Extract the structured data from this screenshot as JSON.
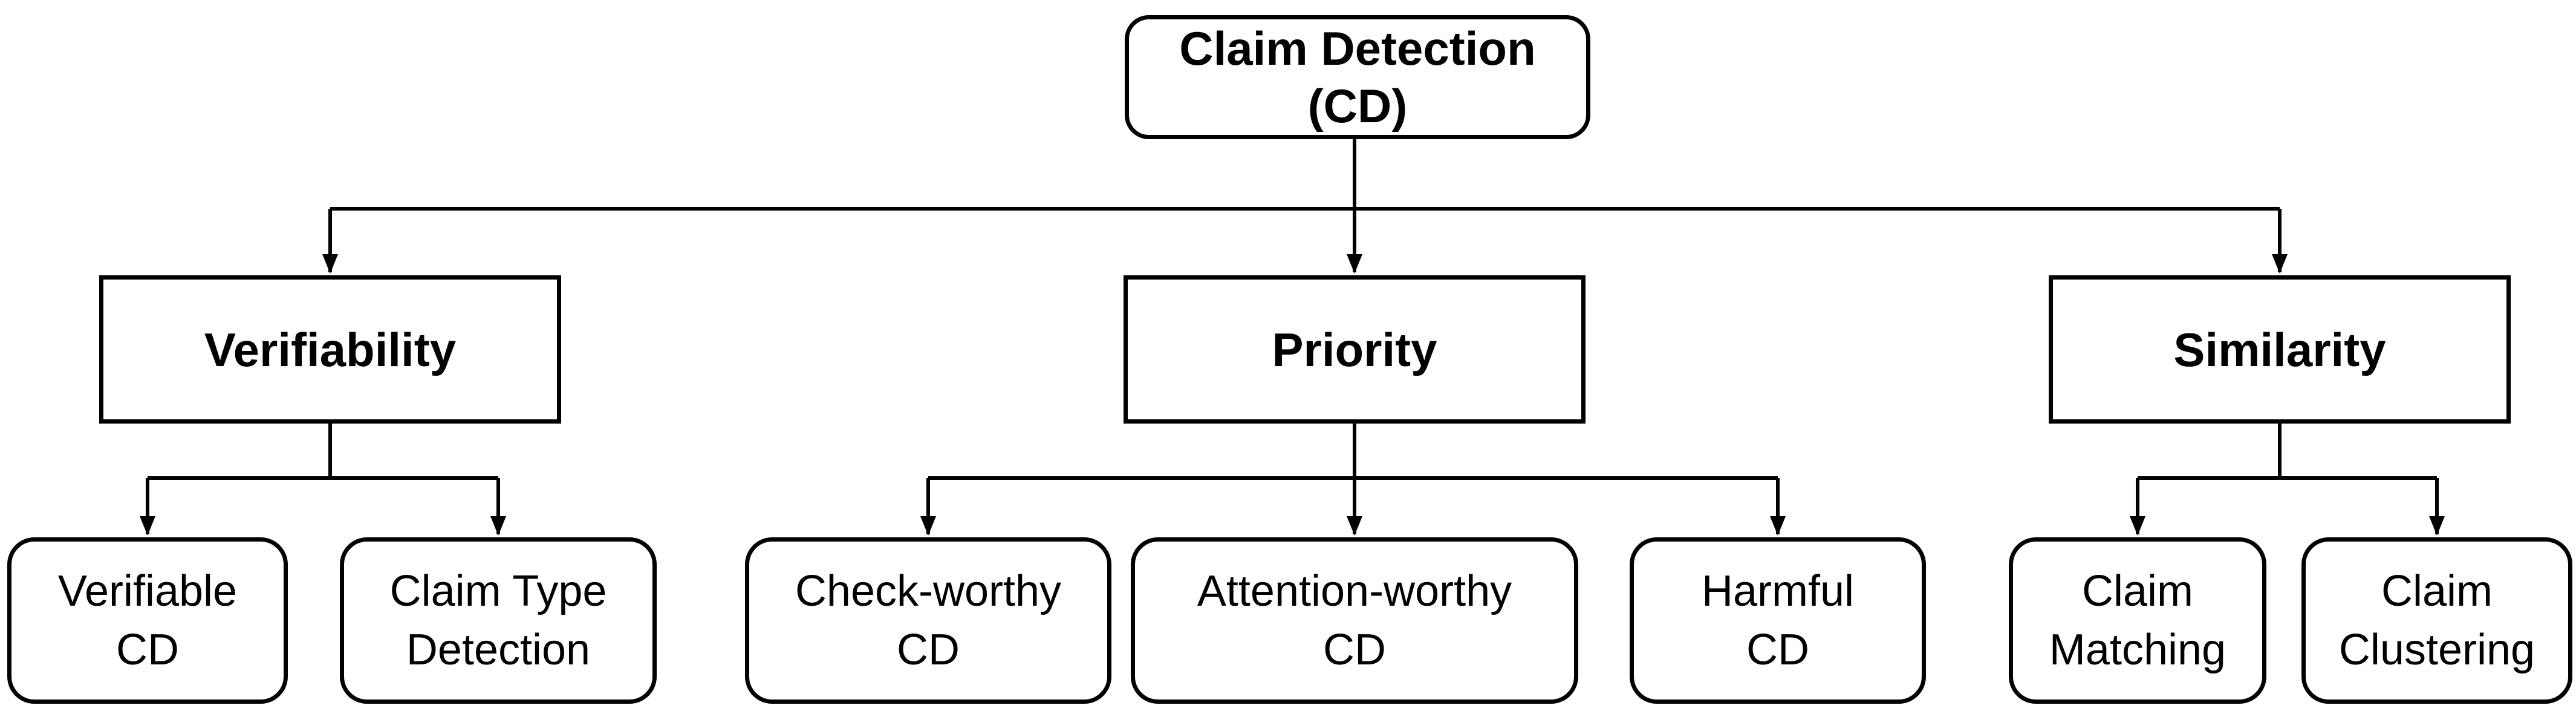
{
  "diagram": {
    "background_color": "#ffffff",
    "line_color": "#000000",
    "root": {
      "id": "claim-detection",
      "lines": [
        "Claim Detection",
        "(CD)"
      ]
    },
    "categories": [
      {
        "id": "verifiability",
        "label": "Verifiability"
      },
      {
        "id": "priority",
        "label": "Priority"
      },
      {
        "id": "similarity",
        "label": "Similarity"
      }
    ],
    "leaves": [
      {
        "id": "verifiable-cd",
        "parent": "verifiability",
        "lines": [
          "Verifiable",
          "CD"
        ]
      },
      {
        "id": "claim-type-detection",
        "parent": "verifiability",
        "lines": [
          "Claim Type",
          "Detection"
        ]
      },
      {
        "id": "check-worthy-cd",
        "parent": "priority",
        "lines": [
          "Check-worthy",
          "CD"
        ]
      },
      {
        "id": "attention-worthy-cd",
        "parent": "priority",
        "lines": [
          "Attention-worthy",
          "CD"
        ]
      },
      {
        "id": "harmful-cd",
        "parent": "priority",
        "lines": [
          "Harmful",
          "CD"
        ]
      },
      {
        "id": "claim-matching",
        "parent": "similarity",
        "lines": [
          "Claim",
          "Matching"
        ]
      },
      {
        "id": "claim-clustering",
        "parent": "similarity",
        "lines": [
          "Claim",
          "Clustering"
        ]
      }
    ],
    "edges": [
      {
        "from": "claim-detection",
        "to": "verifiability"
      },
      {
        "from": "claim-detection",
        "to": "priority"
      },
      {
        "from": "claim-detection",
        "to": "similarity"
      },
      {
        "from": "verifiability",
        "to": "verifiable-cd"
      },
      {
        "from": "verifiability",
        "to": "claim-type-detection"
      },
      {
        "from": "priority",
        "to": "check-worthy-cd"
      },
      {
        "from": "priority",
        "to": "attention-worthy-cd"
      },
      {
        "from": "priority",
        "to": "harmful-cd"
      },
      {
        "from": "similarity",
        "to": "claim-matching"
      },
      {
        "from": "similarity",
        "to": "claim-clustering"
      }
    ]
  }
}
